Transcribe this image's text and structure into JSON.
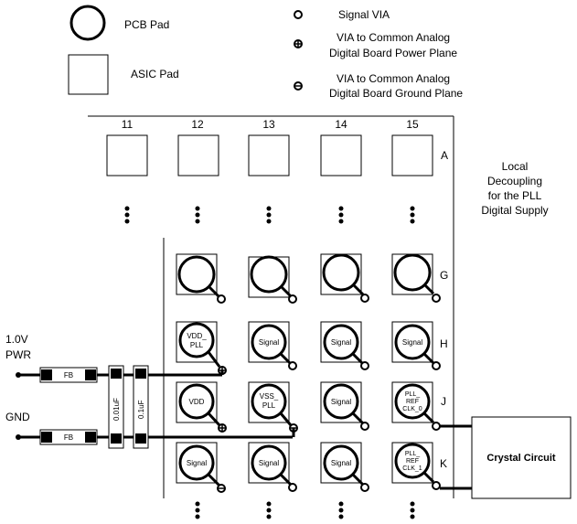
{
  "legend": {
    "pcb_pad": "PCB Pad",
    "asic_pad": "ASIC Pad",
    "signal_via": "Signal VIA",
    "power_via_line1": "VIA to Common Analog",
    "power_via_line2": "Digital Board Power Plane",
    "ground_via_line1": "VIA to Common Analog",
    "ground_via_line2": "Digital Board Ground Plane"
  },
  "columns": [
    "11",
    "12",
    "13",
    "14",
    "15"
  ],
  "rows": [
    "A",
    "G",
    "H",
    "J",
    "K"
  ],
  "pads": {
    "h12_line1": "VDD_",
    "h12_line2": "PLL",
    "h13": "Signal",
    "h14": "Signal",
    "h15": "Signal",
    "j12": "VDD",
    "j13_line1": "VSS_",
    "j13_line2": "PLL",
    "j14": "Signal",
    "j15_line1": "PLL_",
    "j15_line2": "REF",
    "j15_line3": "CLK_0",
    "k12": "Signal",
    "k13": "Signal",
    "k14": "Signal",
    "k15_line1": "PLL_",
    "k15_line2": "REF",
    "k15_line3": "CLK_1"
  },
  "power_label_line1": "1.0V",
  "power_label_line2": "PWR",
  "gnd_label": "GND",
  "ferrite_bead": "FB",
  "cap1": "0.01uF",
  "cap2": "0.1uF",
  "decoupling_line1": "Local",
  "decoupling_line2": "Decoupling",
  "decoupling_line3": "for the PLL",
  "decoupling_line4": "Digital Supply",
  "crystal": "Crystal Circuit"
}
